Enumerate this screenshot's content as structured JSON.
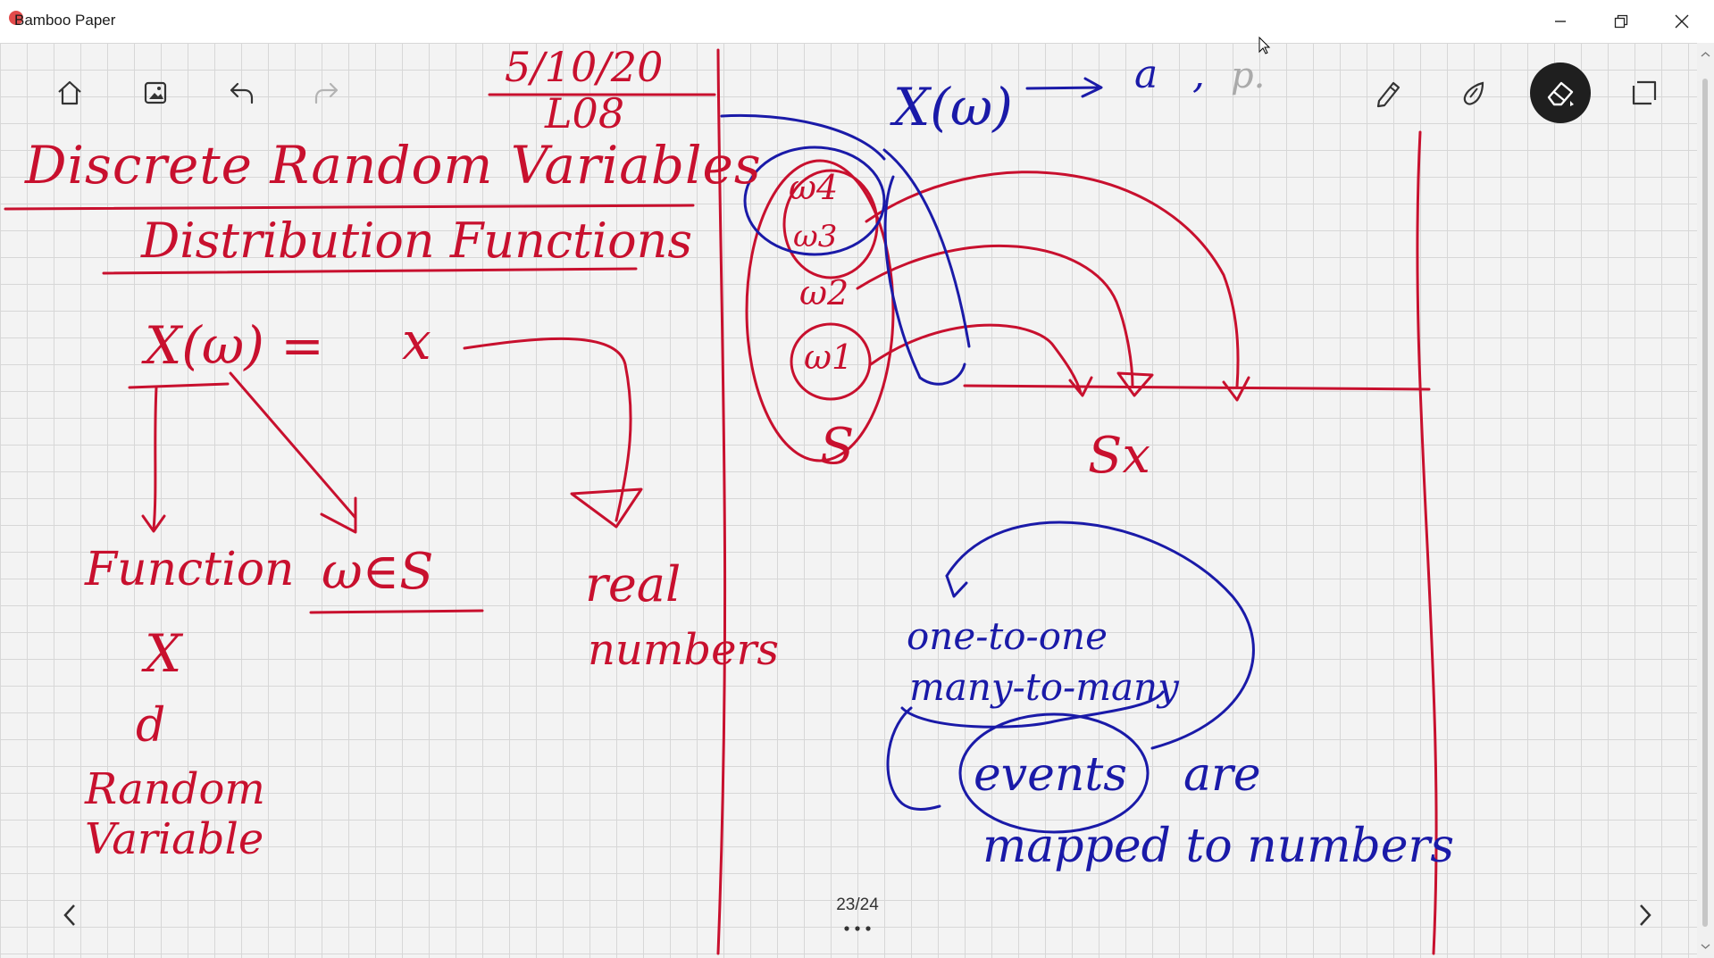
{
  "window": {
    "title": "Bamboo Paper",
    "minimize_icon": "minimize-icon",
    "restore_icon": "restore-icon",
    "close_icon": "close-icon"
  },
  "toolbar": {
    "left": [
      "home-icon",
      "image-icon",
      "undo-icon",
      "redo-icon"
    ],
    "right": [
      "pen-icon",
      "brush-icon",
      "eraser-icon",
      "lasso-icon"
    ],
    "active_tool": "eraser"
  },
  "page": {
    "current": "23/24"
  },
  "colors": {
    "red_ink": "#c8102e",
    "blue_ink": "#1a1aa8",
    "grid": "#d7d7d7",
    "paper": "#f3f3f3"
  },
  "handwriting": {
    "date": "5/10/20",
    "lecture": "L08",
    "title": "Discrete Random Variables",
    "subtitle": "Distribution Functions",
    "equation_lhs": "X(ω) =",
    "equation_rhs": "x",
    "function_label": "Function",
    "function_x": "X",
    "function_and": "d",
    "random_variable": "Random Variable",
    "omega_in_s": "ω∈S",
    "real_numbers_1": "real",
    "real_numbers_2": "numbers",
    "top_mapping": "X(ω)",
    "top_arrow_a": "a",
    "top_arrow_dot": ",",
    "top_arrow_p": "p.",
    "omega_4": "ω4",
    "omega_3": "ω3",
    "omega_2": "ω2",
    "omega_1": "ω1",
    "set_s": "S",
    "set_sx": "Sx",
    "one_to_one": "one-to-one",
    "many_to_many": "many-to-many",
    "events": "events",
    "are": "are",
    "mapped_to_numbers": "mapped to numbers"
  }
}
